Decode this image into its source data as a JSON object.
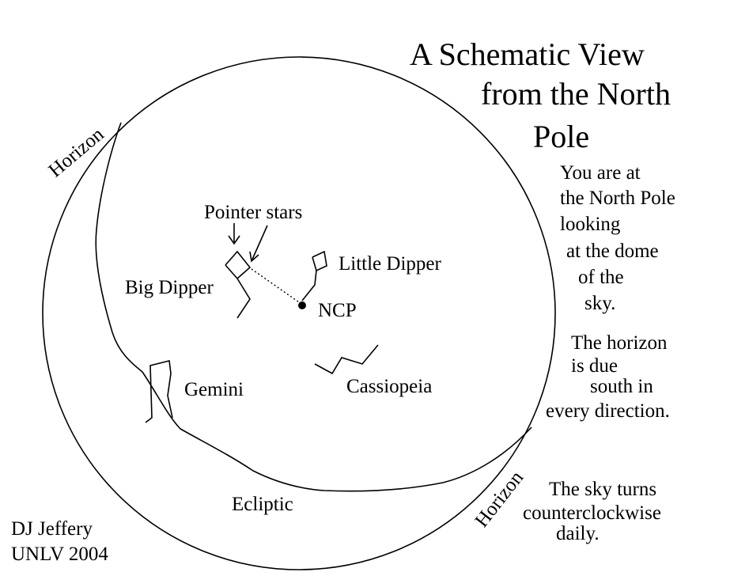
{
  "title": [
    "A Schematic View",
    "from the North",
    "Pole"
  ],
  "labels": {
    "horizon_left": "Horizon",
    "horizon_right": "Horizon",
    "pointer_stars": "Pointer stars",
    "big_dipper": "Big Dipper",
    "little_dipper": "Little Dipper",
    "ncp": "NCP",
    "gemini": "Gemini",
    "cassiopeia": "Cassiopeia",
    "ecliptic": "Ecliptic"
  },
  "notes": {
    "position": [
      "You are at",
      "the North Pole",
      "looking",
      "at the dome",
      "of the",
      "sky."
    ],
    "horizon": [
      "The horizon",
      "is due",
      "south in",
      "every direction."
    ],
    "rotation": [
      "The sky turns",
      "counterclockwise",
      "daily."
    ]
  },
  "credit": [
    "DJ Jeffery",
    "UNLV 2004"
  ]
}
